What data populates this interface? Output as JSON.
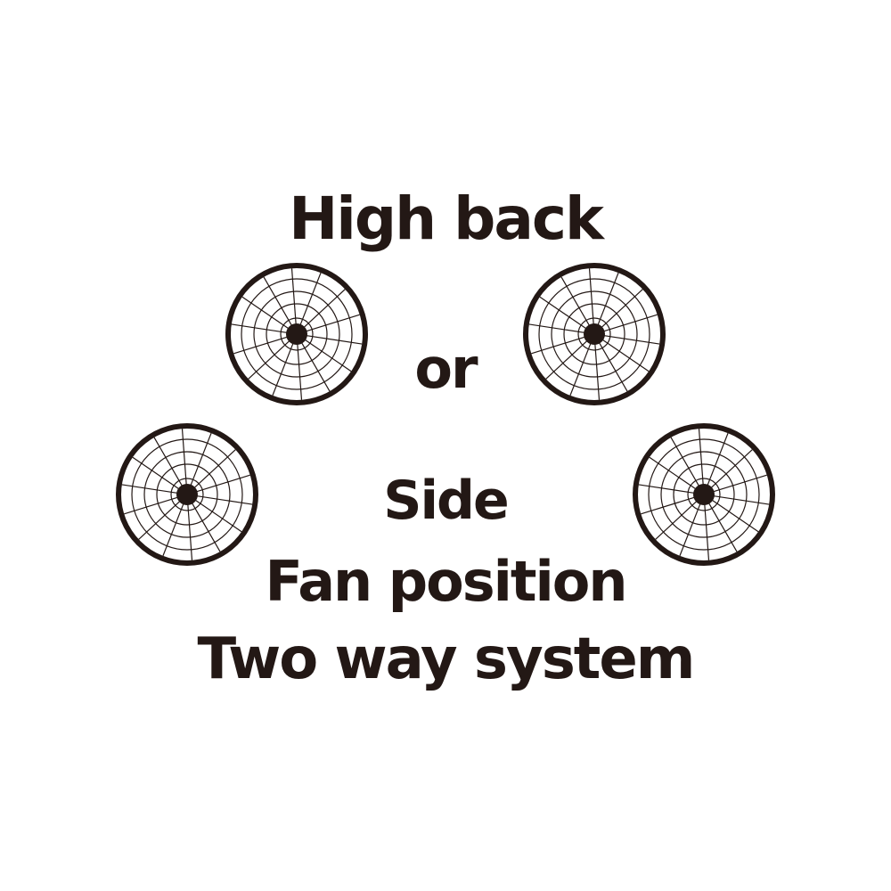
{
  "labels": {
    "high_back": "High back",
    "or": "or",
    "side": "Side",
    "fan_position": "Fan position",
    "two_way_system": "Two way system"
  },
  "fans": [
    {
      "name": "fan-icon"
    },
    {
      "name": "fan-icon"
    },
    {
      "name": "fan-icon"
    },
    {
      "name": "fan-icon"
    }
  ],
  "colors": {
    "ink": "#231815",
    "background": "#ffffff"
  }
}
